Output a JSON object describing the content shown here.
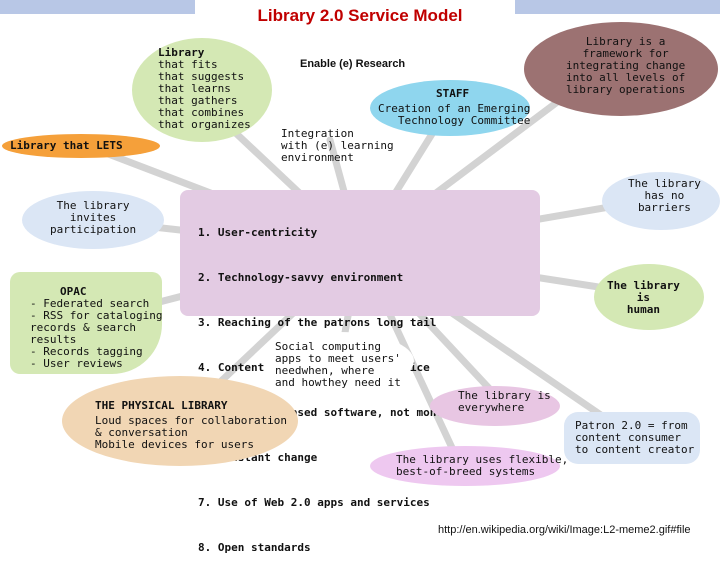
{
  "title": "Library 2.0 Service Model",
  "colors": {
    "title": "#c00000",
    "header_bar": "#b8c7e6",
    "green": "#d4e8b4",
    "orange": "#f5a03a",
    "blue": "#dbe6f5",
    "cyan": "#8fd6ee",
    "mauve": "#9c7272",
    "pink": "#e8c6e3",
    "peach": "#f1d6b4",
    "violet": "#eec8f0",
    "center": "#e3cbe3",
    "connector": "#d3d3d3"
  },
  "nodes": {
    "library_fits": [
      "Library",
      "that fits",
      "that suggests",
      "that learns",
      "that gathers",
      "that combines",
      "that organizes"
    ],
    "library_lets": "Library that LETS",
    "enable_research": "Enable (e) Research",
    "framework": [
      "Library is a",
      "framework for",
      "integrating change",
      "into all levels of",
      "library operations"
    ],
    "staff_title": "STAFF",
    "staff_body": [
      "Creation of an Emerging",
      "Technology Committee"
    ],
    "integration": [
      "Integration",
      "with (e) learning",
      "environment"
    ],
    "participation": [
      "The library",
      "invites",
      "participation"
    ],
    "no_barriers": [
      "The library",
      "has no",
      "barriers"
    ],
    "opac": [
      "OPAC",
      "- Federated search",
      "- RSS for cataloging",
      "records & search",
      "results",
      "- Records tagging",
      "- User reviews"
    ],
    "human": [
      "The library",
      "is",
      "human"
    ],
    "social": [
      "Social computing",
      "apps to meet users'",
      "needwhen, where",
      "and howthey need it"
    ],
    "physical_title": "THE PHYSICAL LIBRARY",
    "physical_body": [
      "Loud spaces for collaboration",
      "& conversation",
      "Mobile devices for users"
    ],
    "everywhere": [
      "The library is",
      "everywhere"
    ],
    "patron": [
      "Patron 2.0 = from",
      "content consumer",
      "to content creator"
    ],
    "flexible": [
      "The library uses flexible,",
      "best-of-breed systems"
    ]
  },
  "center_items": [
    "1. User-centricity",
    "2. Technology-savvy environment",
    "3. Reaching of the patrons long tail",
    "4. Content for more than one device",
    "5. Component-based software, not monolithic ILS",
    "6. Constant change",
    "7. Use of Web 2.0 apps and services",
    "8. Open standards"
  ],
  "footer": "http://en.wikipedia.org/wiki/Image:L2-meme2.gif#file"
}
